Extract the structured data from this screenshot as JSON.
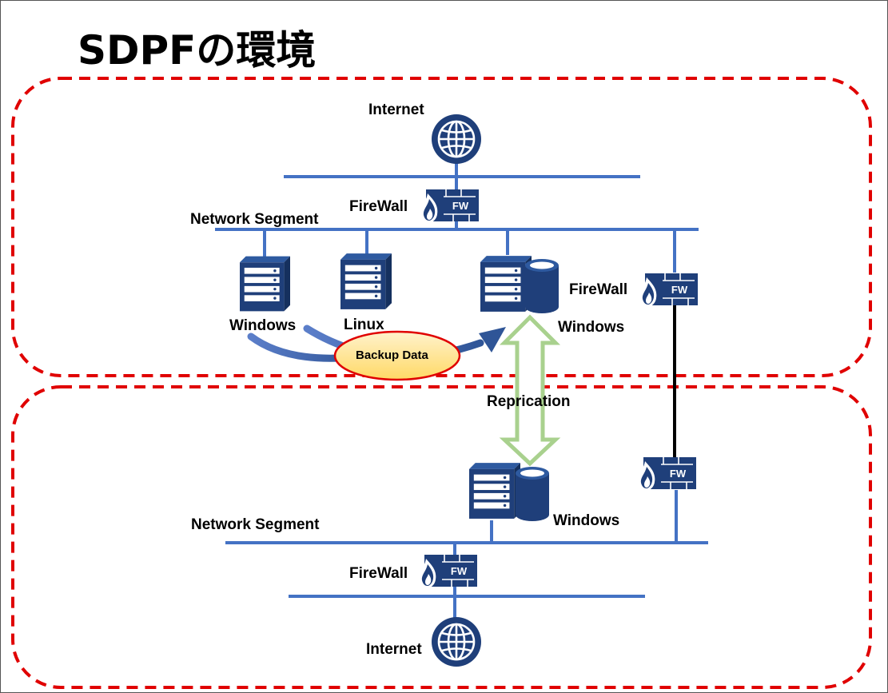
{
  "title": "SDPFの環境",
  "primary_site": {
    "internet_label": "Internet",
    "firewall_label": "FireWall",
    "network_segment_label": "Network Segment",
    "servers": [
      {
        "label": "Windows"
      },
      {
        "label": "Linux"
      },
      {
        "label": "Windows"
      }
    ],
    "side_firewall_label": "FireWall",
    "backup_label": "Backup Data"
  },
  "replication_label": "Reprication",
  "secondary_site": {
    "server_label": "Windows",
    "network_segment_label": "Network Segment",
    "firewall_label": "FireWall",
    "internet_label": "Internet"
  },
  "fw_icon_text": "FW",
  "colors": {
    "line_blue": "#4472C4",
    "icon_navy": "#1F3F7A",
    "zone_red": "#E00000",
    "replication_green": "#A9D18E",
    "backup_fill": "#FFE699",
    "backup_border": "#E00000"
  },
  "icons": [
    "globe-icon",
    "firewall-icon",
    "server-icon",
    "server-db-icon"
  ]
}
